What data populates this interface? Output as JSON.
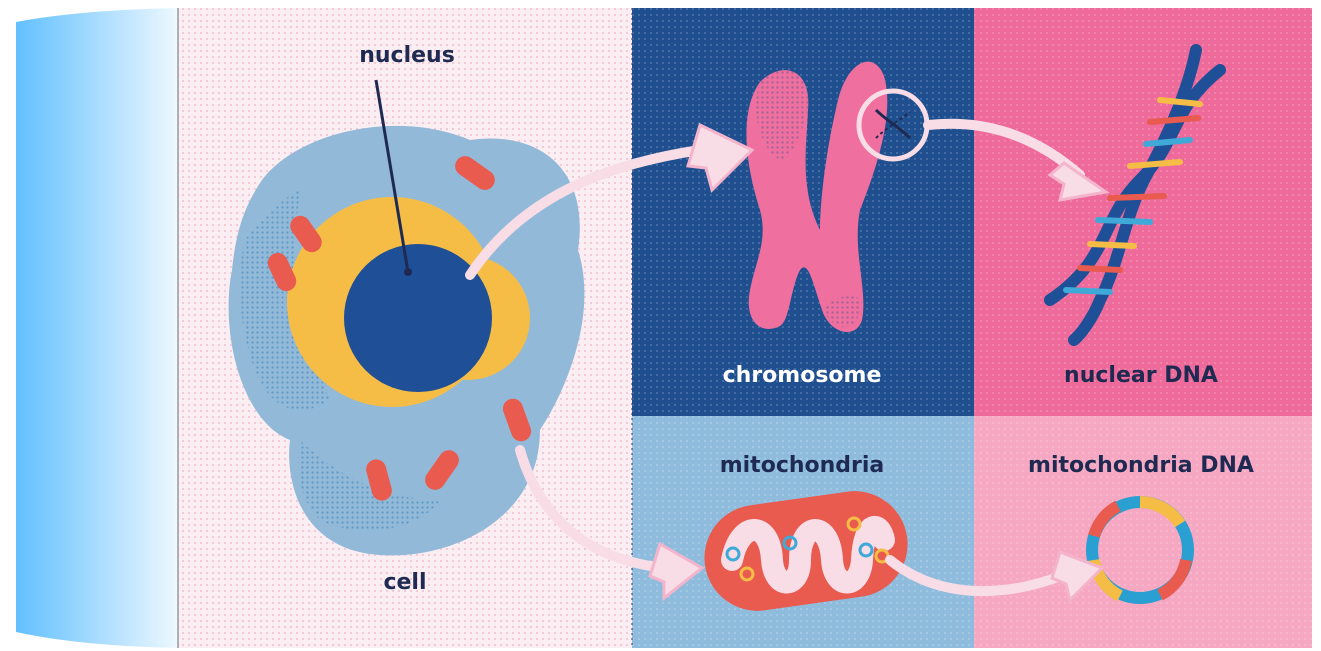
{
  "labels": {
    "nucleus": "nucleus",
    "cell": "cell",
    "chromosome": "chromosome",
    "nuclear_dna": "nuclear DNA",
    "mitochondria": "mitochondria",
    "mitochondria_dna": "mitochondria DNA"
  },
  "colors": {
    "cell_panel_bg": "#fbeef2",
    "chromosome_panel_bg": "#1f4f8f",
    "nuclear_dna_panel_bg": "#ee6a9a",
    "mitochondria_panel_bg": "#8fbcdc",
    "mitochondria_dna_panel_bg": "#f6a7c2",
    "cell_body": "#93b9d9",
    "nucleus_outer": "#f6bd46",
    "nucleus_inner": "#1f4f97",
    "organelle": "#e95a4f",
    "chromosome": "#ef6f9e",
    "dna_backbone": "#1f4f97",
    "arrow": "#f8dce6",
    "dark_text": "#1e2a52",
    "light_text": "#ffffff",
    "left_tab_gradient_start": "#62c0ff",
    "left_tab_gradient_end": "#eef8ff"
  }
}
